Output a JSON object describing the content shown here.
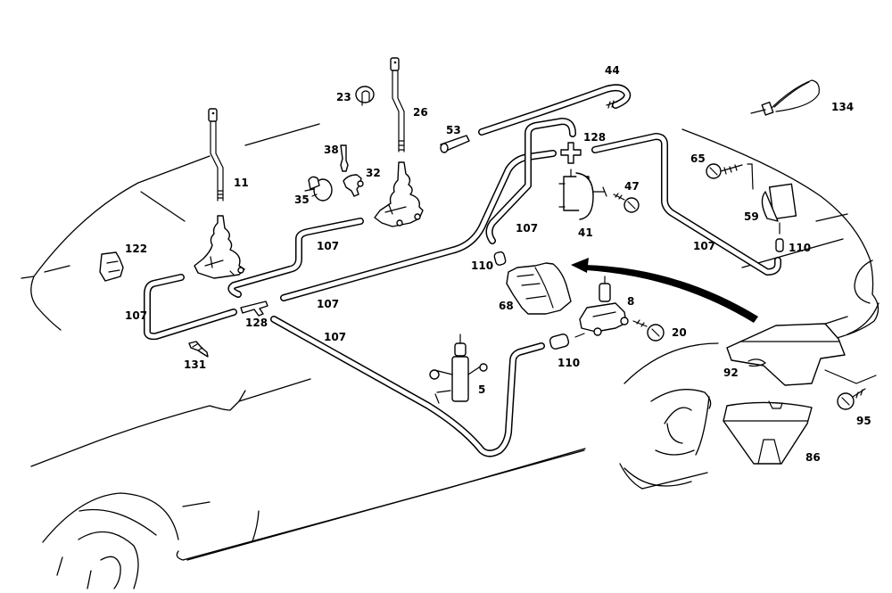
{
  "diagram": {
    "type": "exploded parts diagram",
    "subject": "vehicle body outline with hose routing and component callouts",
    "colors": {
      "line": "#000000",
      "background": "#ffffff"
    }
  },
  "callouts": [
    {
      "id": "11",
      "label": "11"
    },
    {
      "id": "23",
      "label": "23"
    },
    {
      "id": "26",
      "label": "26"
    },
    {
      "id": "38",
      "label": "38"
    },
    {
      "id": "32",
      "label": "32"
    },
    {
      "id": "35",
      "label": "35"
    },
    {
      "id": "44",
      "label": "44"
    },
    {
      "id": "53",
      "label": "53"
    },
    {
      "id": "128a",
      "label": "128"
    },
    {
      "id": "134",
      "label": "134"
    },
    {
      "id": "65",
      "label": "65"
    },
    {
      "id": "47",
      "label": "47"
    },
    {
      "id": "59",
      "label": "59"
    },
    {
      "id": "41",
      "label": "41"
    },
    {
      "id": "107a",
      "label": "107"
    },
    {
      "id": "107b",
      "label": "107"
    },
    {
      "id": "107c",
      "label": "107"
    },
    {
      "id": "107d",
      "label": "107"
    },
    {
      "id": "107e",
      "label": "107"
    },
    {
      "id": "107f",
      "label": "107"
    },
    {
      "id": "122",
      "label": "122"
    },
    {
      "id": "110a",
      "label": "110"
    },
    {
      "id": "110b",
      "label": "110"
    },
    {
      "id": "110c",
      "label": "110"
    },
    {
      "id": "68",
      "label": "68"
    },
    {
      "id": "128b",
      "label": "128"
    },
    {
      "id": "8",
      "label": "8"
    },
    {
      "id": "20",
      "label": "20"
    },
    {
      "id": "131",
      "label": "131"
    },
    {
      "id": "5",
      "label": "5"
    },
    {
      "id": "92",
      "label": "92"
    },
    {
      "id": "95",
      "label": "95"
    },
    {
      "id": "86",
      "label": "86"
    }
  ]
}
